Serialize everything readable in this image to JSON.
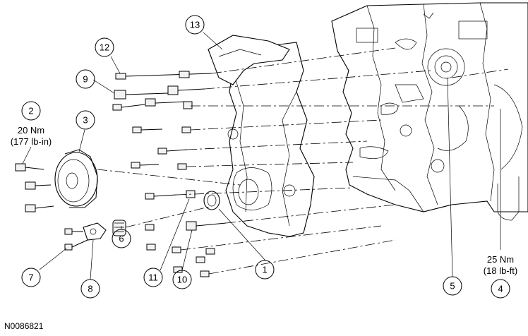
{
  "figure_id": "N0086821",
  "callouts": [
    {
      "num": "1"
    },
    {
      "num": "2",
      "spec": [
        "20 Nm",
        "(177 lb-in)"
      ]
    },
    {
      "num": "3"
    },
    {
      "num": "4",
      "spec": [
        "25 Nm",
        "(18 lb-ft)"
      ]
    },
    {
      "num": "5"
    },
    {
      "num": "6"
    },
    {
      "num": "7"
    },
    {
      "num": "8"
    },
    {
      "num": "9"
    },
    {
      "num": "10"
    },
    {
      "num": "11"
    },
    {
      "num": "12"
    },
    {
      "num": "13"
    }
  ]
}
